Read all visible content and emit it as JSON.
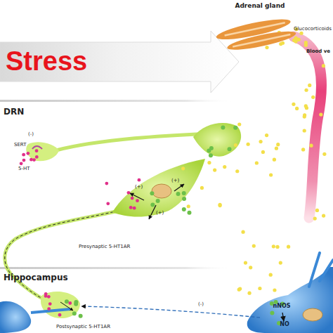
{
  "diagram": {
    "title": "Stress",
    "nodes": [
      {
        "text": [
          "Adrenal gland"
        ]
      },
      {
        "text": [
          "nNOS"
        ]
      },
      {
        "text": [
          "NO"
        ]
      }
    ],
    "edges": [
      {
        "from": 1,
        "to": 2,
        "arrow": "to"
      }
    ],
    "labels": [
      "Glucocorticoids",
      "Blood ve",
      "DRN",
      "(-)",
      "SERT",
      "5-HT",
      "(+)",
      "(+)",
      "(+)",
      "Presynaptic 5-HT1AR",
      "Hippocampus",
      "Postsynaptic 5-HT1AR",
      "(-)"
    ]
  }
}
